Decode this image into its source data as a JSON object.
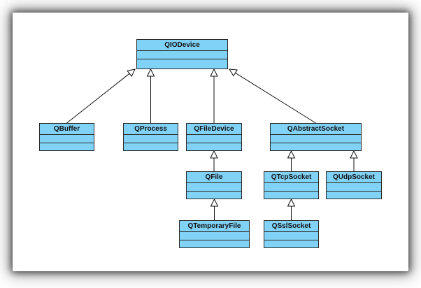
{
  "diagram": {
    "classes": {
      "qiodevice": "QIODevice",
      "qbuffer": "QBuffer",
      "qprocess": "QProcess",
      "qfiledevice": "QFileDevice",
      "qabstractsocket": "QAbstractSocket",
      "qfile": "QFile",
      "qtcpsocket": "QTcpSocket",
      "qudpsocket": "QUdpSocket",
      "qtemporaryfile": "QTemporaryFile",
      "qsslsocket": "QSslSocket"
    },
    "inheritance": [
      [
        "qbuffer",
        "qiodevice"
      ],
      [
        "qprocess",
        "qiodevice"
      ],
      [
        "qfiledevice",
        "qiodevice"
      ],
      [
        "qabstractsocket",
        "qiodevice"
      ],
      [
        "qfile",
        "qfiledevice"
      ],
      [
        "qtemporaryfile",
        "qfile"
      ],
      [
        "qtcpsocket",
        "qabstractsocket"
      ],
      [
        "qudpsocket",
        "qabstractsocket"
      ],
      [
        "qsslsocket",
        "qtcpsocket"
      ]
    ],
    "colors": {
      "box_fill": "#80d2f6",
      "border": "#2a2a2a",
      "line": "#111111"
    }
  }
}
